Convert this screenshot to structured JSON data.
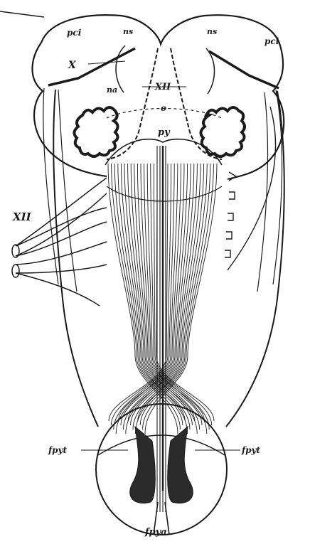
{
  "figure": {
    "ink_color": "#1a1a1a",
    "paper_color": "#ffffff",
    "labels": {
      "pci_left": "pci",
      "pci_right": "pci",
      "ns_left": "ns",
      "ns_right": "ns",
      "na": "na",
      "roman_x": "X",
      "roman_xii_center": "XII",
      "o": "o",
      "py": "py",
      "roman_xii_left": "XII",
      "fpyt_left": "fpyt",
      "fpyt_right": "fpyt",
      "fpya": "fpya"
    }
  }
}
